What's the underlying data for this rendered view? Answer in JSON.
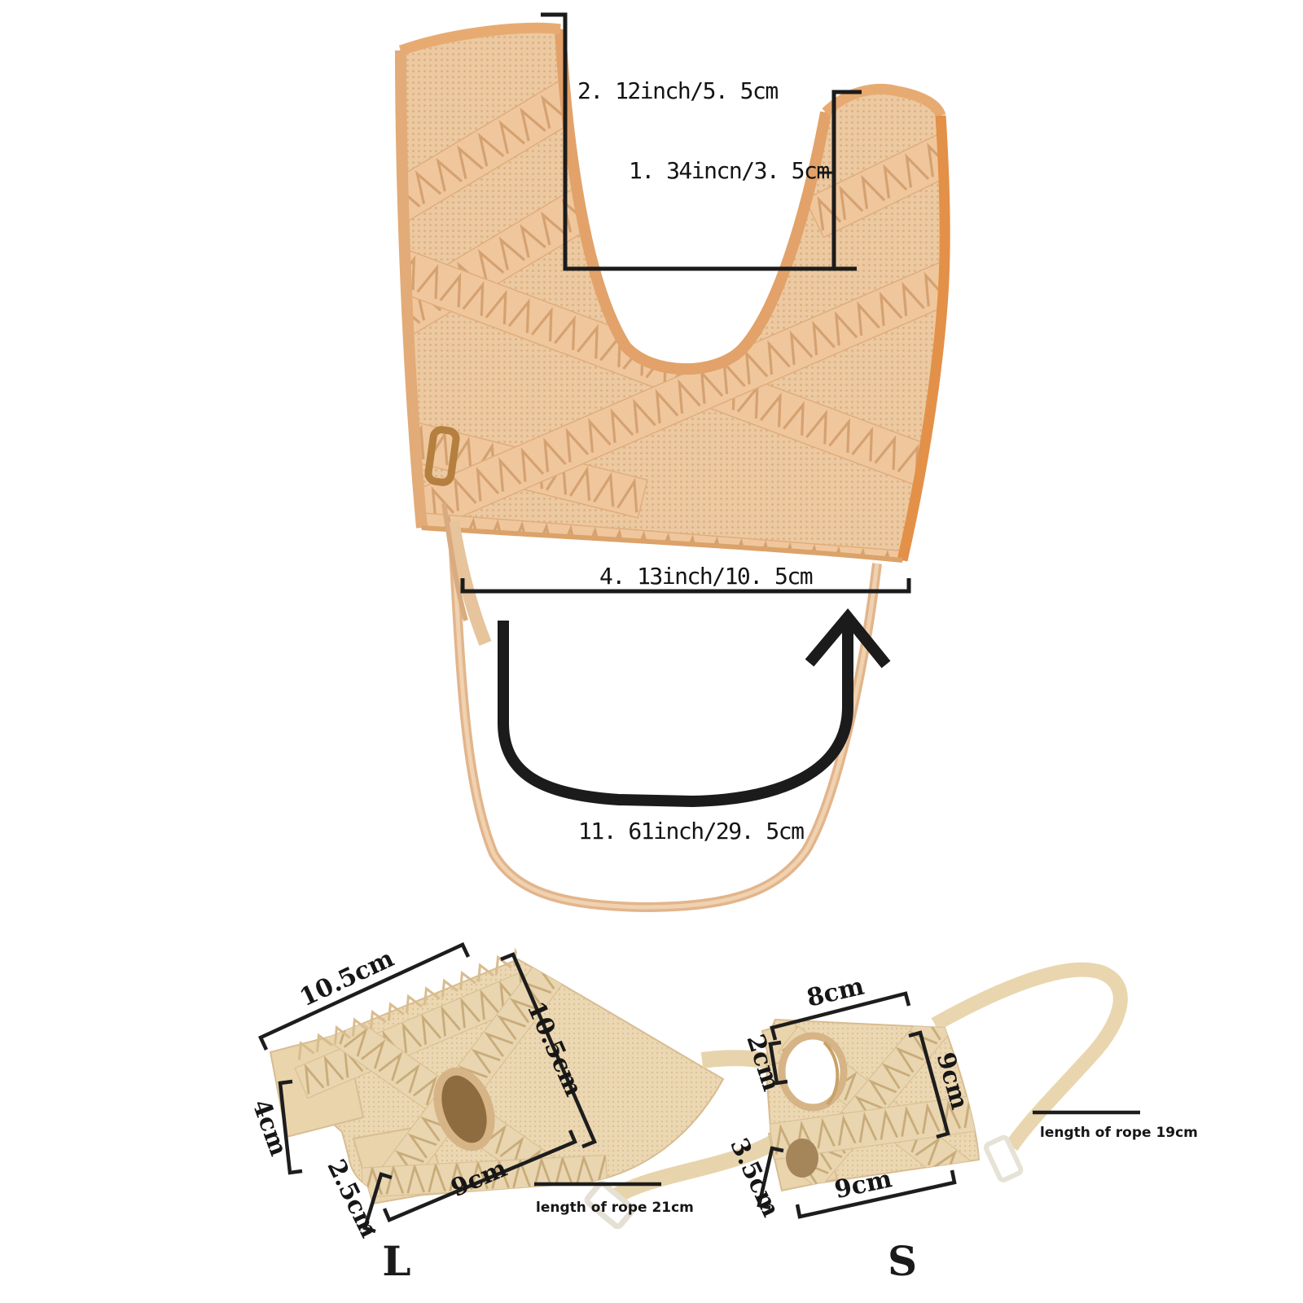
{
  "page": {
    "background": "#ffffff",
    "description_main": "mesh bunion corrector brace front view with dimensions",
    "description_bottom": "size L and size S product views with dimensions"
  },
  "colors": {
    "annotation_black": "#1b1b1b",
    "mesh_tan": "#ecc9a1",
    "mesh_dot": "#d9aa7a",
    "strap_tan": "#f0c79d",
    "stitch_brown": "#d5a170",
    "edge_orange": "#e39049",
    "binding_tan": "#e6a86e",
    "cream_fabric": "#ebd7b2",
    "cream_dot": "#d2b586",
    "rope_peach": "#e2b58c",
    "buckle_copper": "#b5803f",
    "hook_clear": "#e4e0d4"
  },
  "main_view": {
    "dim_side_height": "2. 12inch/5. 5cm",
    "dim_front_height": "1. 34incn/3. 5cm",
    "dim_width": "4. 13inch/10. 5cm",
    "dim_rope_length": "11. 61inch/29. 5cm"
  },
  "size_l_view": {
    "size_label": "L",
    "dim_top_edge": "10.5cm",
    "dim_right_edge": "10.5cm",
    "dim_left_cuff": "4cm",
    "dim_bottom_cuff": "2.5cm",
    "dim_bottom_edge": "9cm",
    "rope_note": "length of rope 21cm"
  },
  "size_s_view": {
    "size_label": "S",
    "dim_top_edge": "8cm",
    "dim_left_cuff": "2cm",
    "dim_right_edge": "9cm",
    "dim_bottom_cuff": "3.5cm",
    "dim_bottom_edge": "9cm",
    "rope_note": "length of rope 19cm"
  }
}
